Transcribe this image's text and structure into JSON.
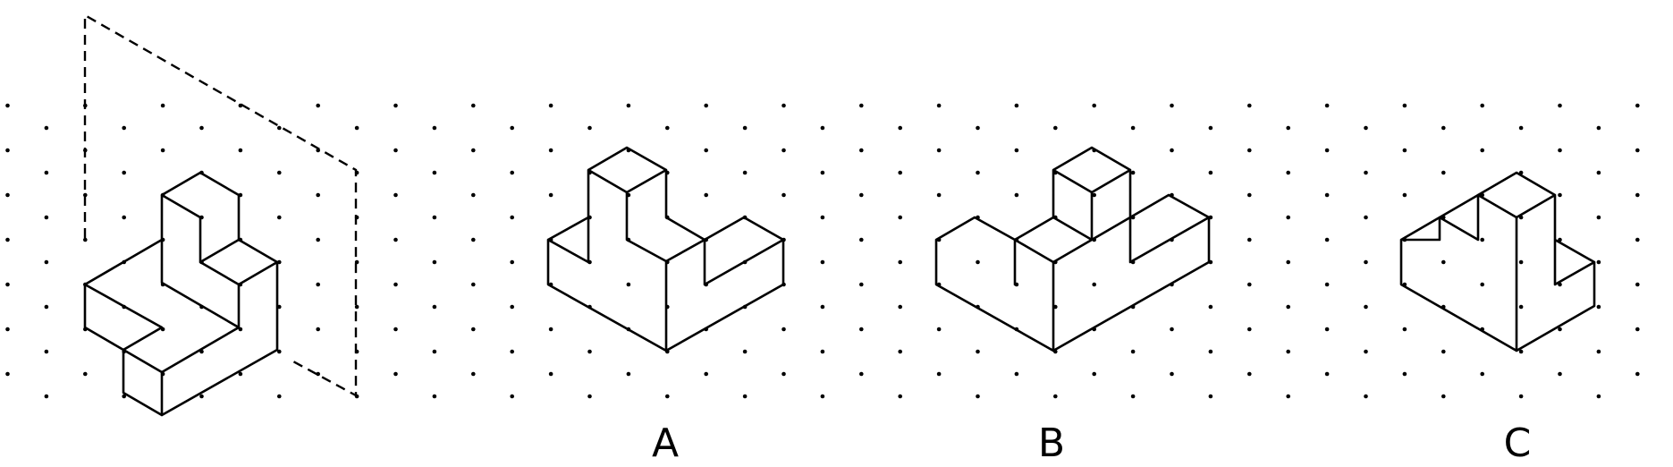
{
  "figure": {
    "grid": "isometric-dot",
    "colors": {
      "line": "#000000",
      "background": "#ffffff"
    },
    "options": [
      {
        "id": "A",
        "label": "A"
      },
      {
        "id": "B",
        "label": "B"
      },
      {
        "id": "C",
        "label": "C"
      }
    ]
  }
}
